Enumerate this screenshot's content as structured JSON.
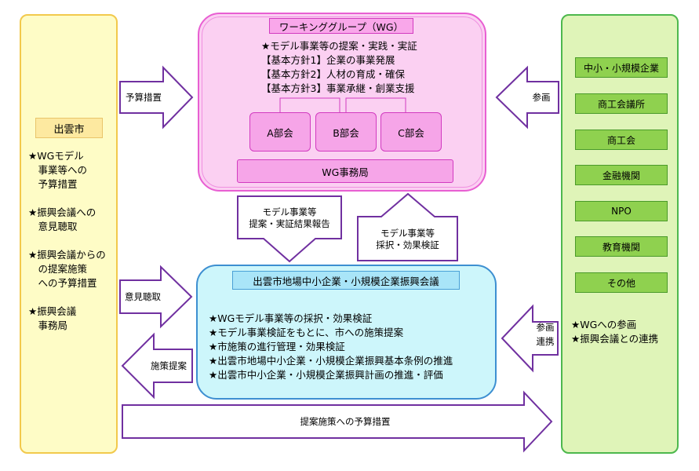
{
  "city": {
    "name": "出雲市",
    "items": [
      "★WGモデル\n　事業等への\n　予算措置",
      "★振興会議への\n　意見聴取",
      "★振興会議からの\n　の提案施策\n　への予算措置",
      "★振興会議\n　事務局"
    ]
  },
  "working_group": {
    "title": "ワーキンググループ（WG）",
    "lines": [
      "★モデル事業等の提案・実践・実証",
      "【基本方針1】企業の事業発展",
      "【基本方針2】人材の育成・確保",
      "【基本方針3】事業承継・創業支援"
    ],
    "subcommittees": [
      "A部会",
      "B部会",
      "C部会"
    ],
    "office": "WG事務局"
  },
  "council": {
    "title": "出雲市地場中小企業・小規模企業振興会議",
    "lines": [
      "★WGモデル事業等の採択・効果検証",
      "★モデル事業検証をもとに、市への施策提案",
      "★市施策の進行管理・効果検証",
      "★出雲市地場中小企業・小規模企業振興基本条例の推進",
      "★出雲市中小企業・小規模企業振興計画の推進・評価"
    ]
  },
  "participants": {
    "orgs": [
      "中小・小規模企業",
      "商工会議所",
      "商工会",
      "金融機関",
      "NPO",
      "教育機関",
      "その他"
    ],
    "notes": [
      "★WGへの参画",
      "★振興会議との連携"
    ]
  },
  "arrows": {
    "budget": "予算措置",
    "participation": "参画",
    "report": "モデル事業等\n提案・実証結果報告",
    "adopt": "モデル事業等\n採択・効果検証",
    "hearing": "意見聴取",
    "proposal": "施策提案",
    "participation_link": "参画\n連携",
    "proposal_budget": "提案施策への予算措置"
  },
  "colors": {
    "arrow_stroke": "#7030a0",
    "wg_fill": "#fbd0f2",
    "council_fill": "#cdf6fb",
    "city_fill": "#fefcc6",
    "participant_fill": "#dff4b8"
  }
}
